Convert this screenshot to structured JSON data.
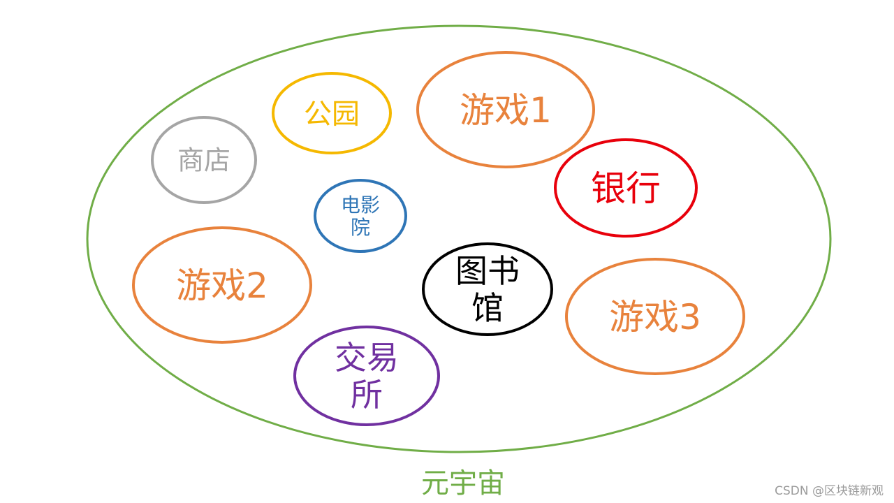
{
  "diagram": {
    "container": {
      "label": "元宇宙",
      "stroke": "#70ad47"
    },
    "nodes": [
      {
        "id": "park",
        "lines": [
          "公园"
        ],
        "color": "#f5b800"
      },
      {
        "id": "shop",
        "lines": [
          "商店"
        ],
        "color": "#a5a5a5"
      },
      {
        "id": "game1",
        "lines": [
          "游戏1"
        ],
        "color": "#e8823c"
      },
      {
        "id": "bank",
        "lines": [
          "银行"
        ],
        "color": "#e8000b"
      },
      {
        "id": "cinema",
        "lines": [
          "电影",
          "院"
        ],
        "color": "#2e75b6"
      },
      {
        "id": "game2",
        "lines": [
          "游戏2"
        ],
        "color": "#e8823c"
      },
      {
        "id": "library",
        "lines": [
          "图书",
          "馆"
        ],
        "color": "#000000"
      },
      {
        "id": "game3",
        "lines": [
          "游戏3"
        ],
        "color": "#e8823c"
      },
      {
        "id": "exchange",
        "lines": [
          "交易",
          "所"
        ],
        "color": "#7030a0"
      }
    ]
  },
  "watermark": "CSDN @区块链新观"
}
